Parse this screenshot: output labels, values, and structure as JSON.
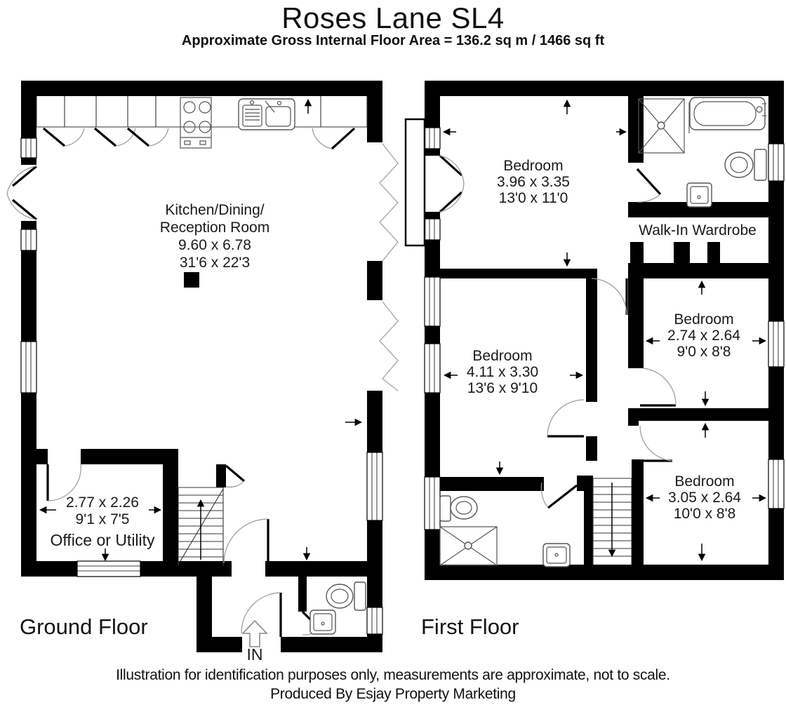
{
  "header": {
    "title": "Roses Lane SL4",
    "subtitle": "Approximate Gross Internal Floor Area = 136.2 sq m / 1466 sq ft"
  },
  "ground_floor": {
    "label": "Ground Floor",
    "entrance": "IN",
    "kitchen": {
      "name1": "Kitchen/Dining/",
      "name2": "Reception Room",
      "metric": "9.60 x 6.78",
      "imperial": "31'6 x 22'3"
    },
    "office": {
      "metric": "2.77 x 2.26",
      "imperial": "9'1 x 7'5",
      "name": "Office or Utility"
    }
  },
  "first_floor": {
    "label": "First Floor",
    "bedroom1": {
      "name": "Bedroom",
      "metric": "3.96 x 3.35",
      "imperial": "13'0 x 11'0"
    },
    "wardrobe": {
      "name": "Walk-In Wardrobe"
    },
    "bedroom2": {
      "name": "Bedroom",
      "metric": "2.74 x 2.64",
      "imperial": "9'0 x 8'8"
    },
    "bedroom3": {
      "name": "Bedroom",
      "metric": "4.11 x 3.30",
      "imperial": "13'6 x 9'10"
    },
    "bedroom4": {
      "name": "Bedroom",
      "metric": "3.05 x 2.64",
      "imperial": "10'0 x 8'8"
    }
  },
  "footer": {
    "disclaimer": "Illustration for identification purposes only, measurements are approximate, not to scale.",
    "credit": "Produced By Esjay Property Marketing"
  },
  "colors": {
    "wall": "#000000",
    "background": "#ffffff",
    "door_arc": "#999999",
    "fixture": "#555555"
  }
}
